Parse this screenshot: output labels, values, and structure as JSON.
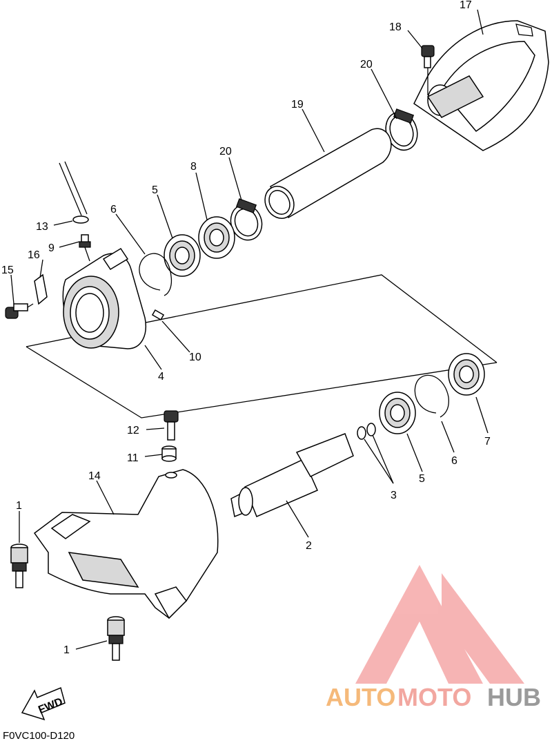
{
  "diagram_code": "F0VC100-D120",
  "fwd_label": "FWD",
  "watermark": {
    "part1": "AUTO",
    "part2": "MOTO",
    "part3": "HUB",
    "colors": {
      "auto": "#f5b97a",
      "moto": "#f2a7a0",
      "hub": "#9a9a9a",
      "logo": "#f49c9c"
    }
  },
  "callouts": {
    "c1a": "1",
    "c1b": "1",
    "c2": "2",
    "c3": "3",
    "c4": "4",
    "c5a": "5",
    "c5b": "5",
    "c6a": "6",
    "c6b": "6",
    "c7": "7",
    "c8": "8",
    "c9": "9",
    "c10": "10",
    "c11": "11",
    "c12": "12",
    "c13": "13",
    "c14": "14",
    "c15": "15",
    "c16": "16",
    "c17": "17",
    "c18": "18",
    "c19": "19",
    "c20a": "20",
    "c20b": "20"
  }
}
